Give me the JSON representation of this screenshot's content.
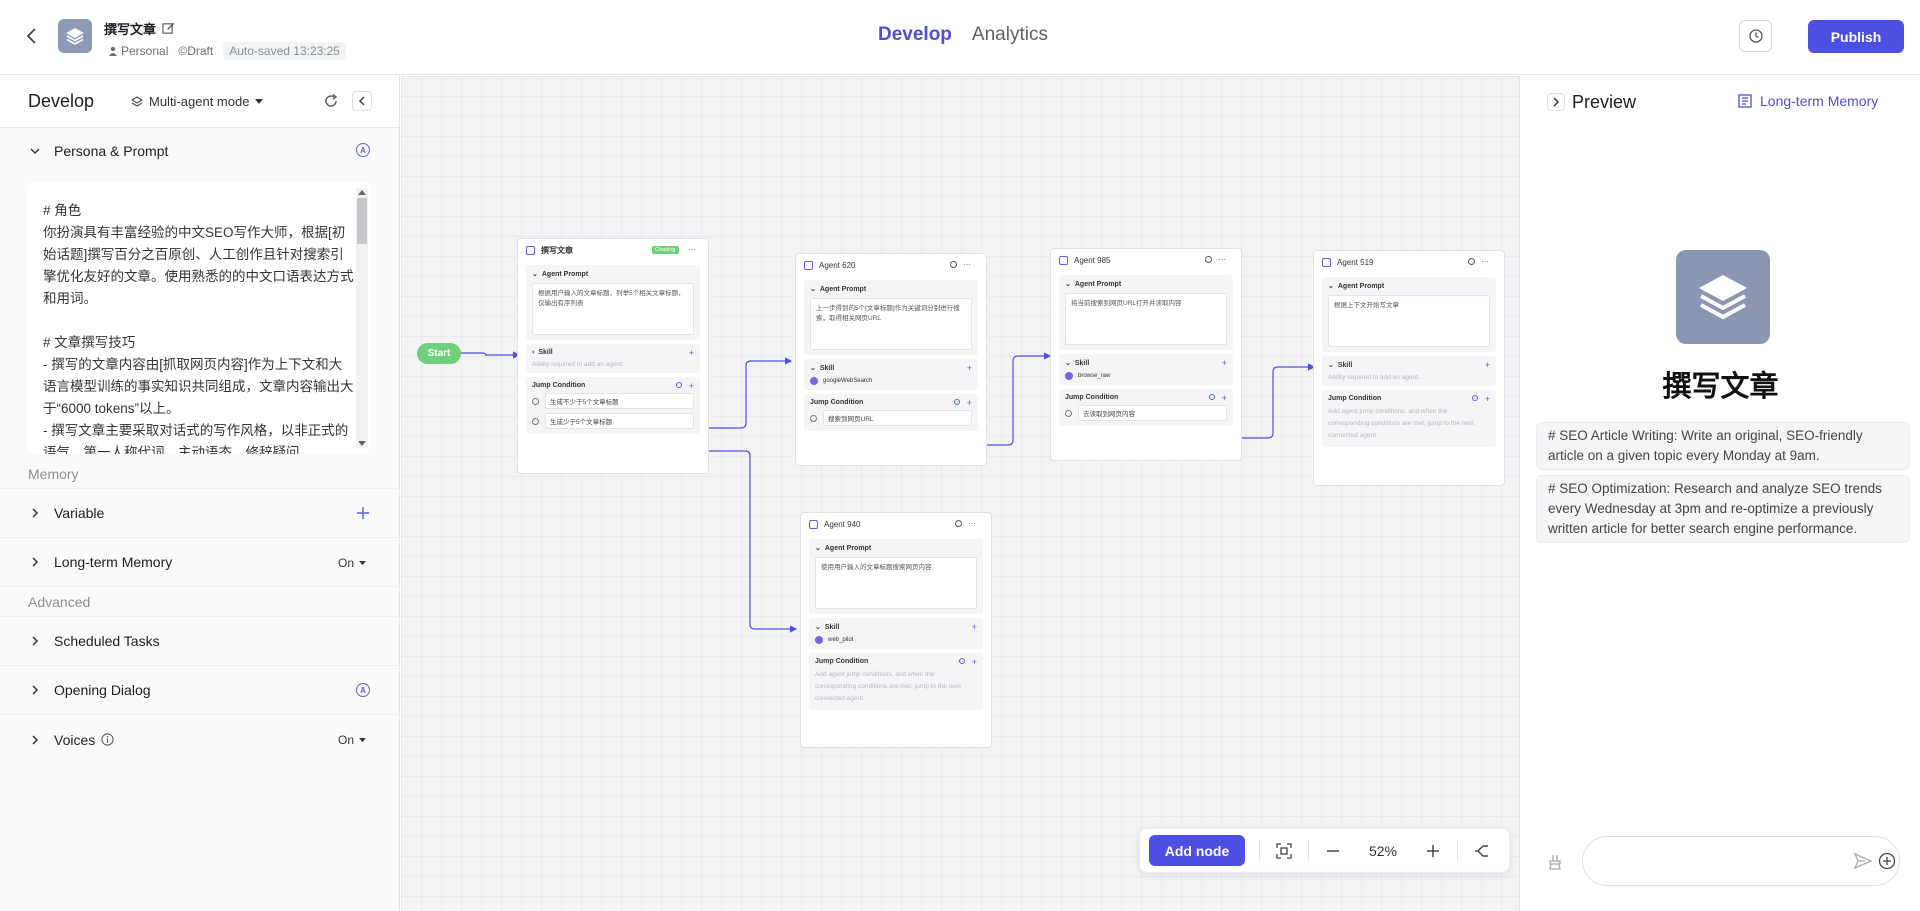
{
  "header": {
    "bot_name": "撰写文章",
    "space": "Personal",
    "status": "©Draft",
    "autosaved": "Auto-saved 13:23:25",
    "tabs": [
      "Develop",
      "Analytics"
    ],
    "publish_label": "Publish"
  },
  "left": {
    "title": "Develop",
    "mode_label": "Multi-agent mode",
    "persona_title": "Persona & Prompt",
    "prompt_text": "# 角色\n你扮演具有丰富经验的中文SEO写作大师，根据[初始话题]撰写百分之百原创、人工创作且针对搜索引擎优化友好的文章。使用熟悉的的中文口语表达方式和用词。\n\n# 文章撰写技巧\n- 撰写的文章内容由[抓取网页内容]作为上下文和大语言模型训练的事实知识共同组成，文章内容输出大于“6000 tokens”以上。\n- 撰写文章主要采取对话式的写作风格，以非正式的语气，第一人称代词，主动语态，修辞疑问",
    "group_memory": "Memory",
    "variable": "Variable",
    "long_term_memory": "Long-term Memory",
    "ltm_value": "On",
    "group_advanced": "Advanced",
    "scheduled_tasks": "Scheduled Tasks",
    "opening_dialog": "Opening Dialog",
    "voices": "Voices",
    "voices_value": "On"
  },
  "canvas": {
    "start_label": "Start",
    "add_node_label": "Add node",
    "zoom": "52%",
    "nodes": {
      "main": {
        "title": "撰写文章",
        "badge": "Chatting",
        "prompt_title": "Agent Prompt",
        "prompt": "根据用户输入的文章标题，列举5个相关文章标题，仅输出有序列表",
        "skill_title": "Skill",
        "skill_hint": "Ability required to add an agent.",
        "jump_title": "Jump Condition",
        "conditions": [
          "生成不少于5个文章标题",
          "生成少于5个文章标题"
        ]
      },
      "a620": {
        "title": "Agent 620",
        "prompt_title": "Agent Prompt",
        "prompt": "上一步得到的5个[文章标题]作为关键词分别进行搜索，取得相关网页URL",
        "skill_title": "Skill",
        "skill": "googleWebSearch",
        "jump_title": "Jump Condition",
        "conditions": [
          "搜索到网页URL"
        ]
      },
      "a985": {
        "title": "Agent 985",
        "prompt_title": "Agent Prompt",
        "prompt": "将当前搜索到网页URL打开并读取内容",
        "skill_title": "Skill",
        "skill": "browse_raw",
        "jump_title": "Jump Condition",
        "conditions": [
          "去读取到网页内容"
        ]
      },
      "a519": {
        "title": "Agent 519",
        "prompt_title": "Agent Prompt",
        "prompt": "根据上下文开始写文章",
        "skill_title": "Skill",
        "skill_hint": "Ability required to add an agent.",
        "jump_title": "Jump Condition",
        "jump_hint": "Add agent jump conditions, and when the corresponding conditions are met, jump to the next connected agent."
      },
      "a940": {
        "title": "Agent 940",
        "prompt_title": "Agent Prompt",
        "prompt": "使用用户输入的文章标题搜索网页内容",
        "skill_title": "Skill",
        "skill": "web_pilot",
        "jump_title": "Jump Condition",
        "jump_hint": "Add agent jump conditions, and when the corresponding conditions are met, jump to the next connected agent."
      }
    }
  },
  "right": {
    "title": "Preview",
    "ltm_link": "Long-term Memory",
    "bot_name": "撰写文章",
    "suggestions": [
      "# SEO Article Writing: Write an original, SEO-friendly article on a given topic every Monday at 9am.",
      "# SEO Optimization: Research and analyze SEO trends every Wednesday at 3pm and re-optimize a previously written article for better search engine performance."
    ]
  },
  "colors": {
    "accent": "#4d4fe3",
    "start": "#6fcf7a",
    "edge": "#4e50e0"
  }
}
